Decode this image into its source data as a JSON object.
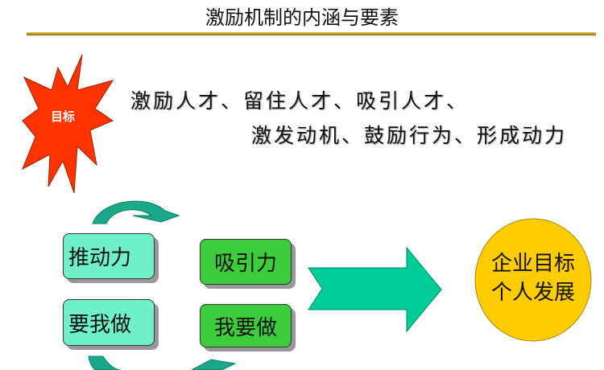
{
  "title": "激励机制的内涵与要素",
  "goal": {
    "badge": "目标",
    "line1": "激励人才、留住人才、吸引人才、",
    "line2": "激发动机、鼓励行为、形成动力"
  },
  "boxes": {
    "push": "推动力",
    "pull": "吸引力",
    "want_me": "要我做",
    "i_want": "我要做"
  },
  "outcome": {
    "line1": "企业目标",
    "line2": "个人发展"
  },
  "colors": {
    "star": "#ff3300",
    "light_box": "#70f0c8",
    "dark_box": "#3ccc3c",
    "arrow": "#00cc99",
    "circle": "#ffcc00"
  }
}
